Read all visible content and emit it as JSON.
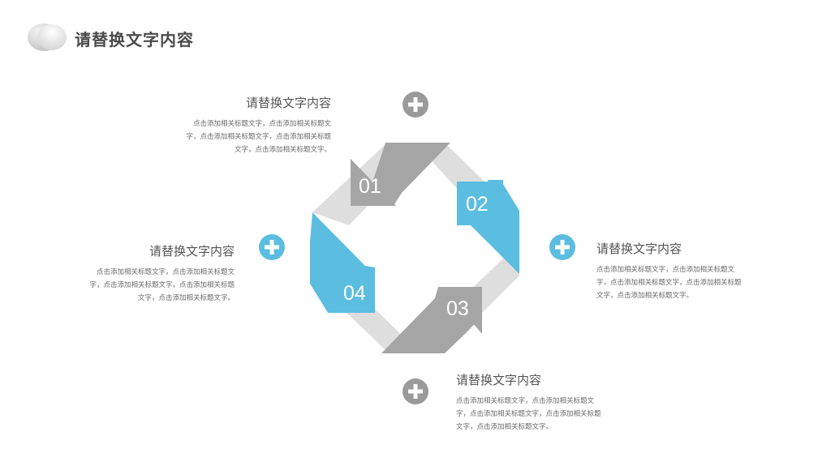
{
  "header": {
    "title": "请替换文字内容"
  },
  "steps": [
    {
      "number": "01",
      "title": "请替换文字内容",
      "text": "点击添加相关标题文字，点击添加相关标题文字，点击添加相关标题文字，点击添加相关标题文字，点击添加相关标题文字。"
    },
    {
      "number": "02",
      "title": "请替换文字内容",
      "text": "点击添加相关标题文字，点击添加相关标题文字，点击添加相关标题文字，点击添加相关标题文字，点击添加相关标题文字。"
    },
    {
      "number": "03",
      "title": "请替换文字内容",
      "text": "点击添加相关标题文字，点击添加相关标题文字，点击添加相关标题文字，点击添加相关标题文字，点击添加相关标题文字。"
    },
    {
      "number": "04",
      "title": "请替换文字内容",
      "text": "点击添加相关标题文字，点击添加相关标题文字，点击添加相关标题文字，点击添加相关标题文字，点击添加相关标题文字。"
    }
  ],
  "colors": {
    "blue": "#5bbde0",
    "gray": "#a5a5a5",
    "light_gray": "#dcdcdc",
    "plus_gray": "#9a9a9a"
  }
}
